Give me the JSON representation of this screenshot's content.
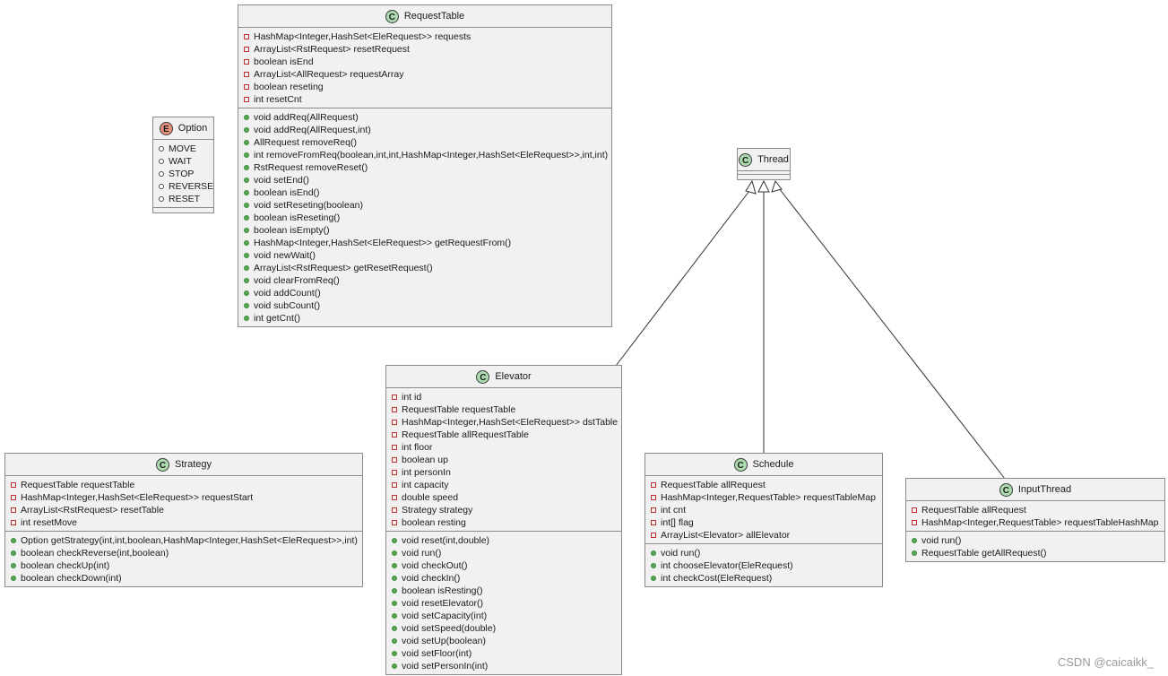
{
  "classes": {
    "requesttable": {
      "kind": "C",
      "name": "RequestTable",
      "fields": [
        "HashMap<Integer,HashSet<EleRequest>> requests",
        "ArrayList<RstRequest> resetRequest",
        "boolean isEnd",
        "ArrayList<AllRequest> requestArray",
        "boolean reseting",
        "int resetCnt"
      ],
      "methods": [
        "void addReq(AllRequest)",
        "void addReq(AllRequest,int)",
        "AllRequest removeReq()",
        "int removeFromReq(boolean,int,int,HashMap<Integer,HashSet<EleRequest>>,int,int)",
        "RstRequest removeReset()",
        "void setEnd()",
        "boolean isEnd()",
        "void setReseting(boolean)",
        "boolean isReseting()",
        "boolean isEmpty()",
        "HashMap<Integer,HashSet<EleRequest>> getRequestFrom()",
        "void newWait()",
        "ArrayList<RstRequest> getResetRequest()",
        "void clearFromReq()",
        "void addCount()",
        "void subCount()",
        "int getCnt()"
      ]
    },
    "option": {
      "kind": "E",
      "name": "Option",
      "literals": [
        "MOVE",
        "WAIT",
        "STOP",
        "REVERSE",
        "RESET"
      ]
    },
    "thread": {
      "kind": "C",
      "name": "Thread"
    },
    "elevator": {
      "kind": "C",
      "name": "Elevator",
      "fields": [
        "int id",
        "RequestTable requestTable",
        "HashMap<Integer,HashSet<EleRequest>> dstTable",
        "RequestTable allRequestTable",
        "int floor",
        "boolean up",
        "int personIn",
        "int capacity",
        "double speed",
        "Strategy strategy",
        "boolean resting"
      ],
      "methods": [
        "void reset(int,double)",
        "void run()",
        "void checkOut()",
        "void checkIn()",
        "boolean isResting()",
        "void resetElevator()",
        "void setCapacity(int)",
        "void setSpeed(double)",
        "void setUp(boolean)",
        "void setFloor(int)",
        "void setPersonIn(int)"
      ]
    },
    "strategy": {
      "kind": "C",
      "name": "Strategy",
      "fields": [
        "RequestTable requestTable",
        "HashMap<Integer,HashSet<EleRequest>> requestStart",
        "ArrayList<RstRequest> resetTable",
        "int resetMove"
      ],
      "methods": [
        "Option getStrategy(int,int,boolean,HashMap<Integer,HashSet<EleRequest>>,int)",
        "boolean checkReverse(int,boolean)",
        "boolean checkUp(int)",
        "boolean checkDown(int)"
      ]
    },
    "schedule": {
      "kind": "C",
      "name": "Schedule",
      "fields": [
        "RequestTable allRequest",
        "HashMap<Integer,RequestTable> requestTableMap",
        "int cnt",
        "int[] flag",
        "ArrayList<Elevator> allElevator"
      ],
      "methods": [
        "void run()",
        "int chooseElevator(EleRequest)",
        "int checkCost(EleRequest)"
      ]
    },
    "inputthread": {
      "kind": "C",
      "name": "InputThread",
      "fields": [
        "RequestTable allRequest",
        "HashMap<Integer,RequestTable> requestTableHashMap"
      ],
      "methods": [
        "void run()",
        "RequestTable getAllRequest()"
      ]
    }
  },
  "watermark": "CSDN @caicaikk_",
  "colors": {
    "class_badge": "#addbb0",
    "enum_badge": "#e9907c",
    "box_fill": "#f1f1f1",
    "private_marker": "#c03030",
    "public_marker": "#54a854"
  }
}
